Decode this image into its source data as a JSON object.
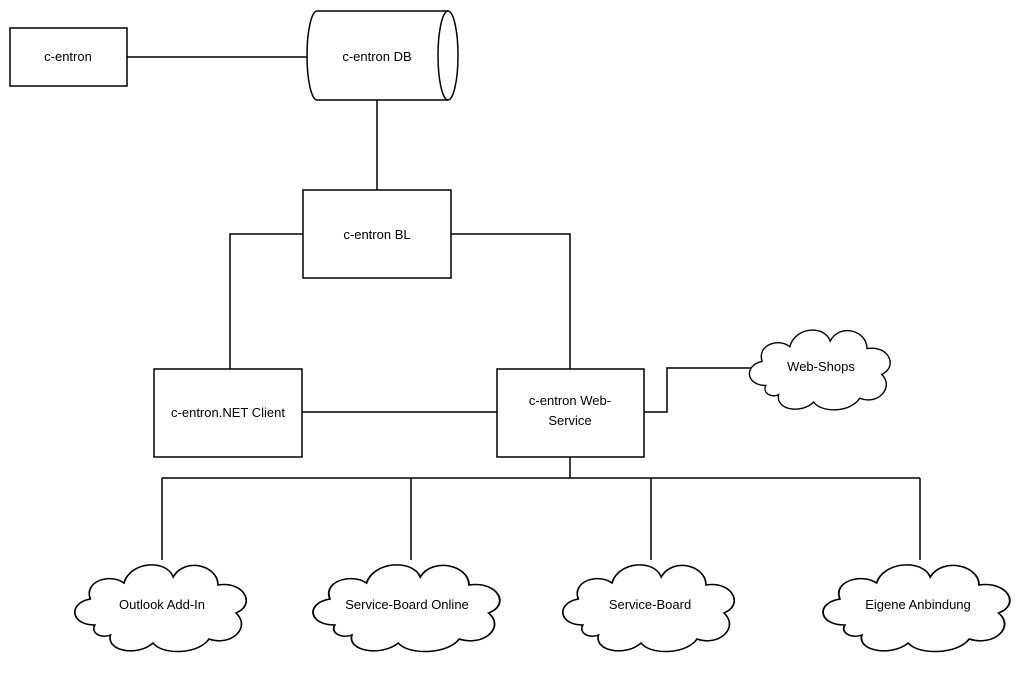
{
  "diagram": {
    "nodes": {
      "centron": "c-entron",
      "centron_db": "c-entron DB",
      "centron_bl": "c-entron BL",
      "net_client": "c-entron.NET Client",
      "web_service_line1": "c-entron Web-",
      "web_service_line2": "Service",
      "web_shops": "Web-Shops",
      "outlook_addin": "Outlook Add-In",
      "service_board_online": "Service-Board Online",
      "service_board": "Service-Board",
      "eigene_anbindung": "Eigene Anbindung"
    }
  }
}
